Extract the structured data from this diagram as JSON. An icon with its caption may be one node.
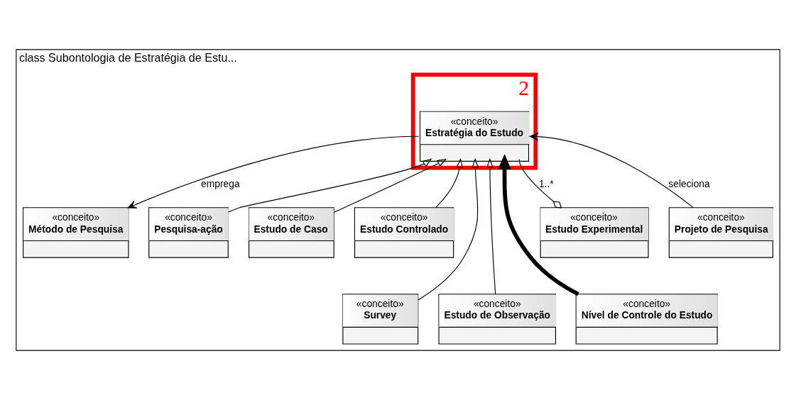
{
  "diagram": {
    "nodes": [
      {
        "text": [
          "class Subontologia de Estratégia de Estu..."
        ]
      },
      {
        "text": [
          "2"
        ],
        "in": 0
      },
      {
        "text": [
          "«conceito»",
          "Estratégia do Estudo"
        ],
        "in": 1
      },
      {
        "text": [
          "«conceito»",
          "Método de Pesquisa"
        ],
        "in": 0
      },
      {
        "text": [
          "«conceito»",
          "Pesquisa-ação"
        ],
        "in": 0
      },
      {
        "text": [
          "«conceito»",
          "Estudo de Caso"
        ],
        "in": 0
      },
      {
        "text": [
          "«conceito»",
          "Estudo Controlado"
        ],
        "in": 0
      },
      {
        "text": [
          "«conceito»",
          "Estudo Experimental"
        ],
        "in": 0
      },
      {
        "text": [
          "«conceito»",
          "Projeto de Pesquisa"
        ],
        "in": 0
      },
      {
        "text": [
          "«conceito»",
          "Survey"
        ],
        "in": 0
      },
      {
        "text": [
          "«conceito»",
          "Estudo de Observação"
        ],
        "in": 0
      },
      {
        "text": [
          "«conceito»",
          "Nível de Controle do Estudo"
        ],
        "in": 0
      }
    ],
    "edges": [
      {
        "from": 2,
        "to": 3,
        "arrow": "to",
        "label": "emprega"
      },
      {
        "from": 4,
        "to": 2,
        "arrow": "to"
      },
      {
        "from": 5,
        "to": 2,
        "arrow": "to"
      },
      {
        "from": 6,
        "to": 2,
        "arrow": "to"
      },
      {
        "from": 9,
        "to": 2,
        "arrow": "to"
      },
      {
        "from": 10,
        "to": 2,
        "arrow": "to"
      },
      {
        "from": 11,
        "to": 2,
        "arrow": "to",
        "style": "thick"
      },
      {
        "from": 7,
        "to": 2,
        "arrow": "other",
        "label": "1..*"
      },
      {
        "from": 8,
        "to": 2,
        "arrow": "to",
        "label": "seleciona"
      }
    ]
  }
}
